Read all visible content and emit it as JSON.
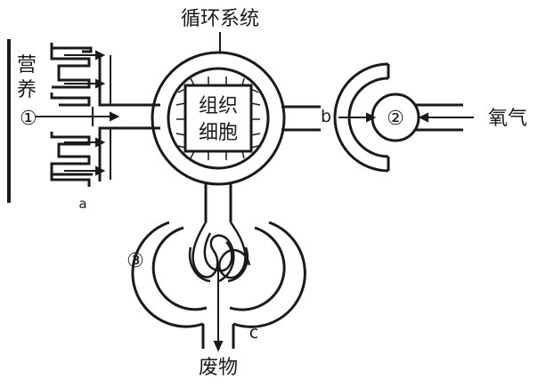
{
  "labels": {
    "circulation_system": "循环系统",
    "nutrition_line1": "营",
    "nutrition_line2": "养",
    "marker_1": "①",
    "marker_2": "②",
    "marker_3": "③",
    "tissue_line1": "组织",
    "tissue_line2": "细胞",
    "letter_a": "a",
    "letter_b": "b",
    "letter_c": "c",
    "oxygen": "氧气",
    "waste": "废物"
  }
}
